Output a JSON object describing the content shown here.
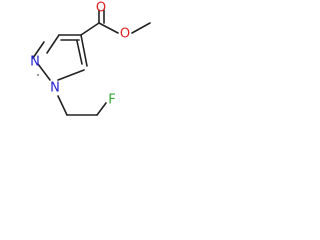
{
  "molecule": {
    "atoms": {
      "O_carbonyl": {
        "symbol": "O",
        "color": "#e02020"
      },
      "O_ester": {
        "symbol": "O",
        "color": "#e02020"
      },
      "N1": {
        "symbol": "N",
        "color": "#2020d0"
      },
      "N2": {
        "symbol": "N",
        "color": "#2020d0"
      },
      "F": {
        "symbol": "F",
        "color": "#33aa33"
      }
    },
    "bond_color": "#222222"
  }
}
